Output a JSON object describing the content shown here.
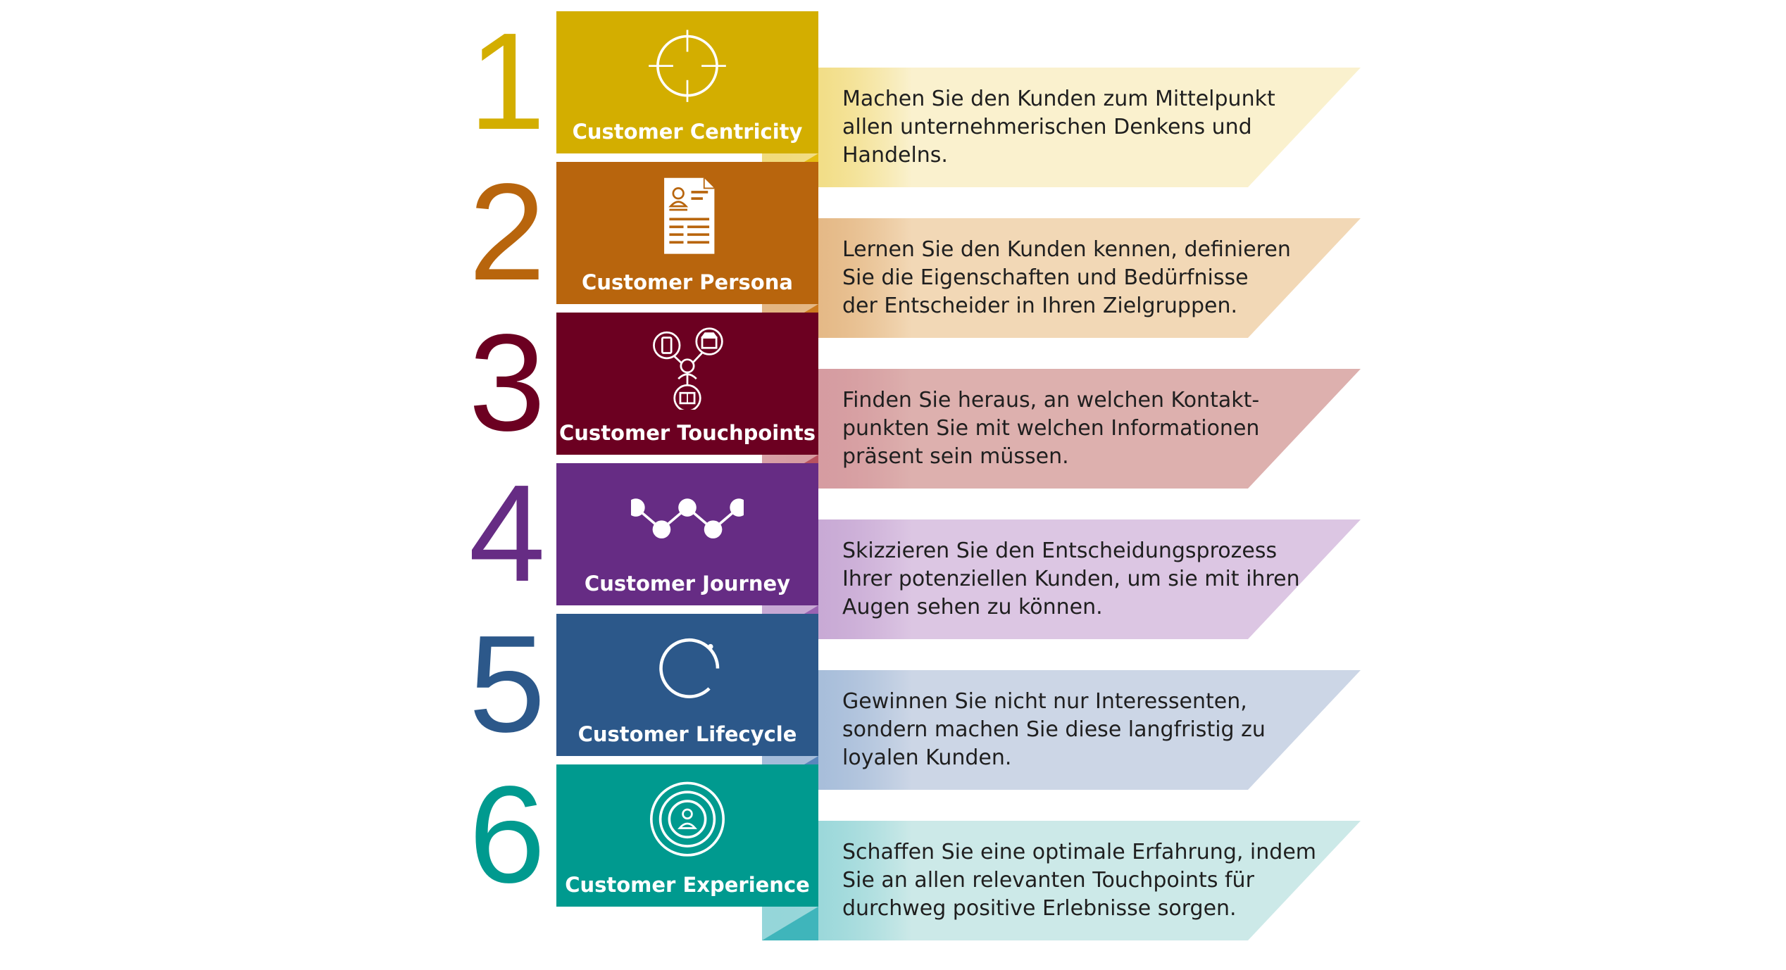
{
  "steps": [
    {
      "number": "1",
      "title": "Customer Centricity",
      "icon": "crosshair-target-icon",
      "color": "#D3AE00",
      "ribbon_color": "#FAF1CE",
      "fold_color": "#E5BD10",
      "description": [
        "Machen Sie den Kunden zum Mittelpunkt",
        "allen unternehmerischen Denkens und",
        "Handelns."
      ]
    },
    {
      "number": "2",
      "title": "Customer Persona",
      "icon": "persona-profile-document-icon",
      "color": "#B8650D",
      "ribbon_color": "#F2D8B6",
      "fold_color": "#CC7A1E",
      "description": [
        "Lernen Sie den Kunden kennen, definieren",
        "Sie die Eigenschaften und Bedürfnisse",
        "der Entscheider in Ihren Zielgruppen."
      ]
    },
    {
      "number": "3",
      "title": "Customer Touchpoints",
      "icon": "touchpoints-network-icon",
      "color": "#6C0021",
      "ribbon_color": "#DDB0AE",
      "fold_color": "#B8525F",
      "description": [
        "Finden Sie heraus, an welchen Kontakt-",
        "punkten Sie mit welchen Informationen",
        "präsent sein müssen."
      ]
    },
    {
      "number": "4",
      "title": "Customer Journey",
      "icon": "journey-path-nodes-icon",
      "color": "#662C84",
      "ribbon_color": "#DCC6E3",
      "fold_color": "#9A63B2",
      "description": [
        "Skizzieren Sie den Entscheidungsprozess",
        "Ihrer potenziellen Kunden, um sie mit ihren",
        "Augen sehen zu können."
      ]
    },
    {
      "number": "5",
      "title": "Customer Lifecycle",
      "icon": "lifecycle-circle-arc-icon",
      "color": "#2C588A",
      "ribbon_color": "#CCD6E6",
      "fold_color": "#5A86BC",
      "description": [
        "Gewinnen Sie nicht nur Interessenten,",
        "sondern machen Sie diese langfristig zu",
        "loyalen Kunden."
      ]
    },
    {
      "number": "6",
      "title": "Customer Experience",
      "icon": "experience-concentric-person-icon",
      "color": "#009A8F",
      "ribbon_color": "#CCE9E8",
      "fold_color": "#3FB5BB",
      "description": [
        "Schaffen Sie eine optimale Erfahrung, indem",
        "Sie an allen relevanten Touchpoints für",
        "durchweg positive Erlebnisse sorgen."
      ]
    }
  ]
}
